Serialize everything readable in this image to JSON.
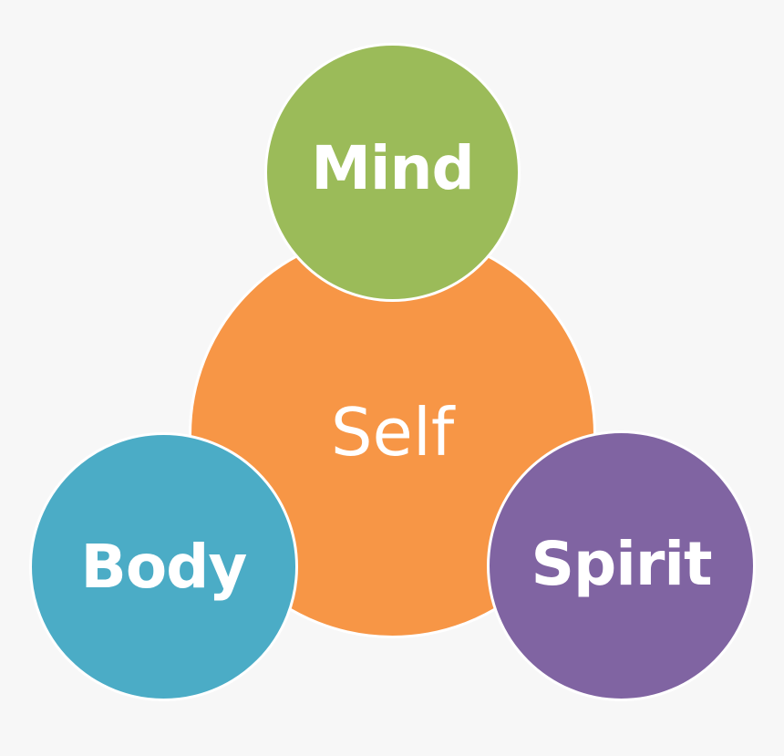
{
  "diagram": {
    "center": {
      "label": "Self"
    },
    "nodes": [
      {
        "label": "Mind"
      },
      {
        "label": "Body"
      },
      {
        "label": "Spirit"
      }
    ]
  },
  "colors": {
    "background": "#f7f7f7",
    "self": "#f79646",
    "mind": "#9bbb59",
    "body": "#4bacc6",
    "spirit": "#8064a2",
    "text": "#ffffff",
    "outline": "#ffffff"
  }
}
